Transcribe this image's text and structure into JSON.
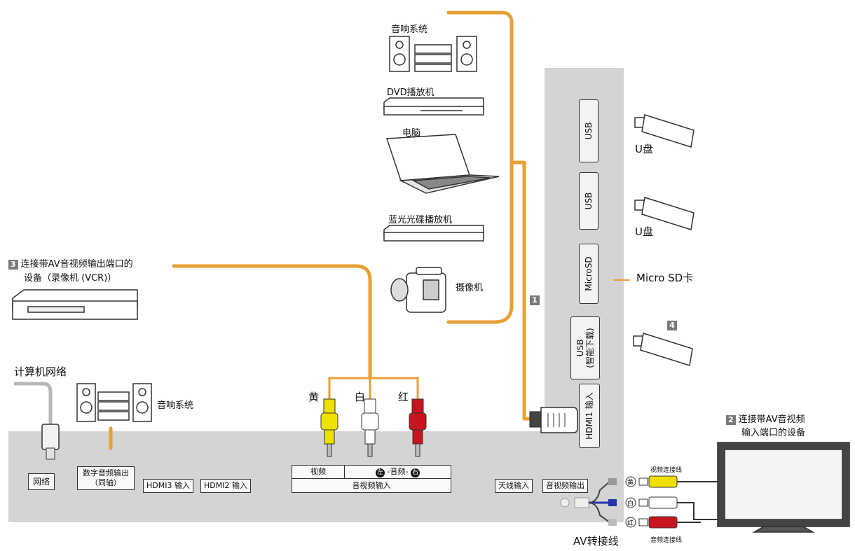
{
  "devices": {
    "audio_system_top": "音响系统",
    "dvd_player": "DVD播放机",
    "computer": "电脑",
    "bluray_player": "蓝光光碟播放机",
    "camcorder": "摄像机",
    "av_out_device_num": "3",
    "av_out_device_line1": "连接带AV音视频输出端口的",
    "av_out_device_line2": "设备（录像机 (VCR)）",
    "computer_network": "计算机网络",
    "audio_system_bottom": "音响系统",
    "usb_drive_1": "U盘",
    "usb_drive_2": "U盘",
    "micro_sd": "Micro SD卡",
    "av_in_device_num": "2",
    "av_in_device_line1": "连接带AV音视频",
    "av_in_device_line2": "输入端口的设备"
  },
  "badges": {
    "hdmi_path": "1",
    "usb_smart": "4"
  },
  "side_ports": {
    "usb1": "USB",
    "usb2": "USB",
    "microsd": "MicroSD",
    "usb_smart_line1": "USB",
    "usb_smart_line2": "(智能下载)",
    "hdmi1": "HDMI1 输入"
  },
  "bottom_ports": {
    "network": "网络",
    "digital_audio_line1": "数字音频输出",
    "digital_audio_line2": "（同轴）",
    "hdmi3": "HDMI3 输入",
    "hdmi2": "HDMI2 输入",
    "av_video": "视频",
    "av_audio": "-音频-",
    "av_left": "左",
    "av_right": "右",
    "av_input": "音视频输入",
    "antenna": "天线输入",
    "av_output": "音视频输出"
  },
  "cable_colors": {
    "yellow": "黄",
    "white": "白",
    "red": "红"
  },
  "av_adapter": {
    "label": "AV转接线",
    "video_cable": "视频连接线",
    "audio_cable": "音频连接线",
    "mark_yellow": "黄",
    "mark_white": "白",
    "mark_red": "红"
  },
  "colors": {
    "cable": "#e8a033",
    "panel": "#d4d4d4",
    "yellow_plug": "#f0e000",
    "red_plug": "#c8141e"
  }
}
